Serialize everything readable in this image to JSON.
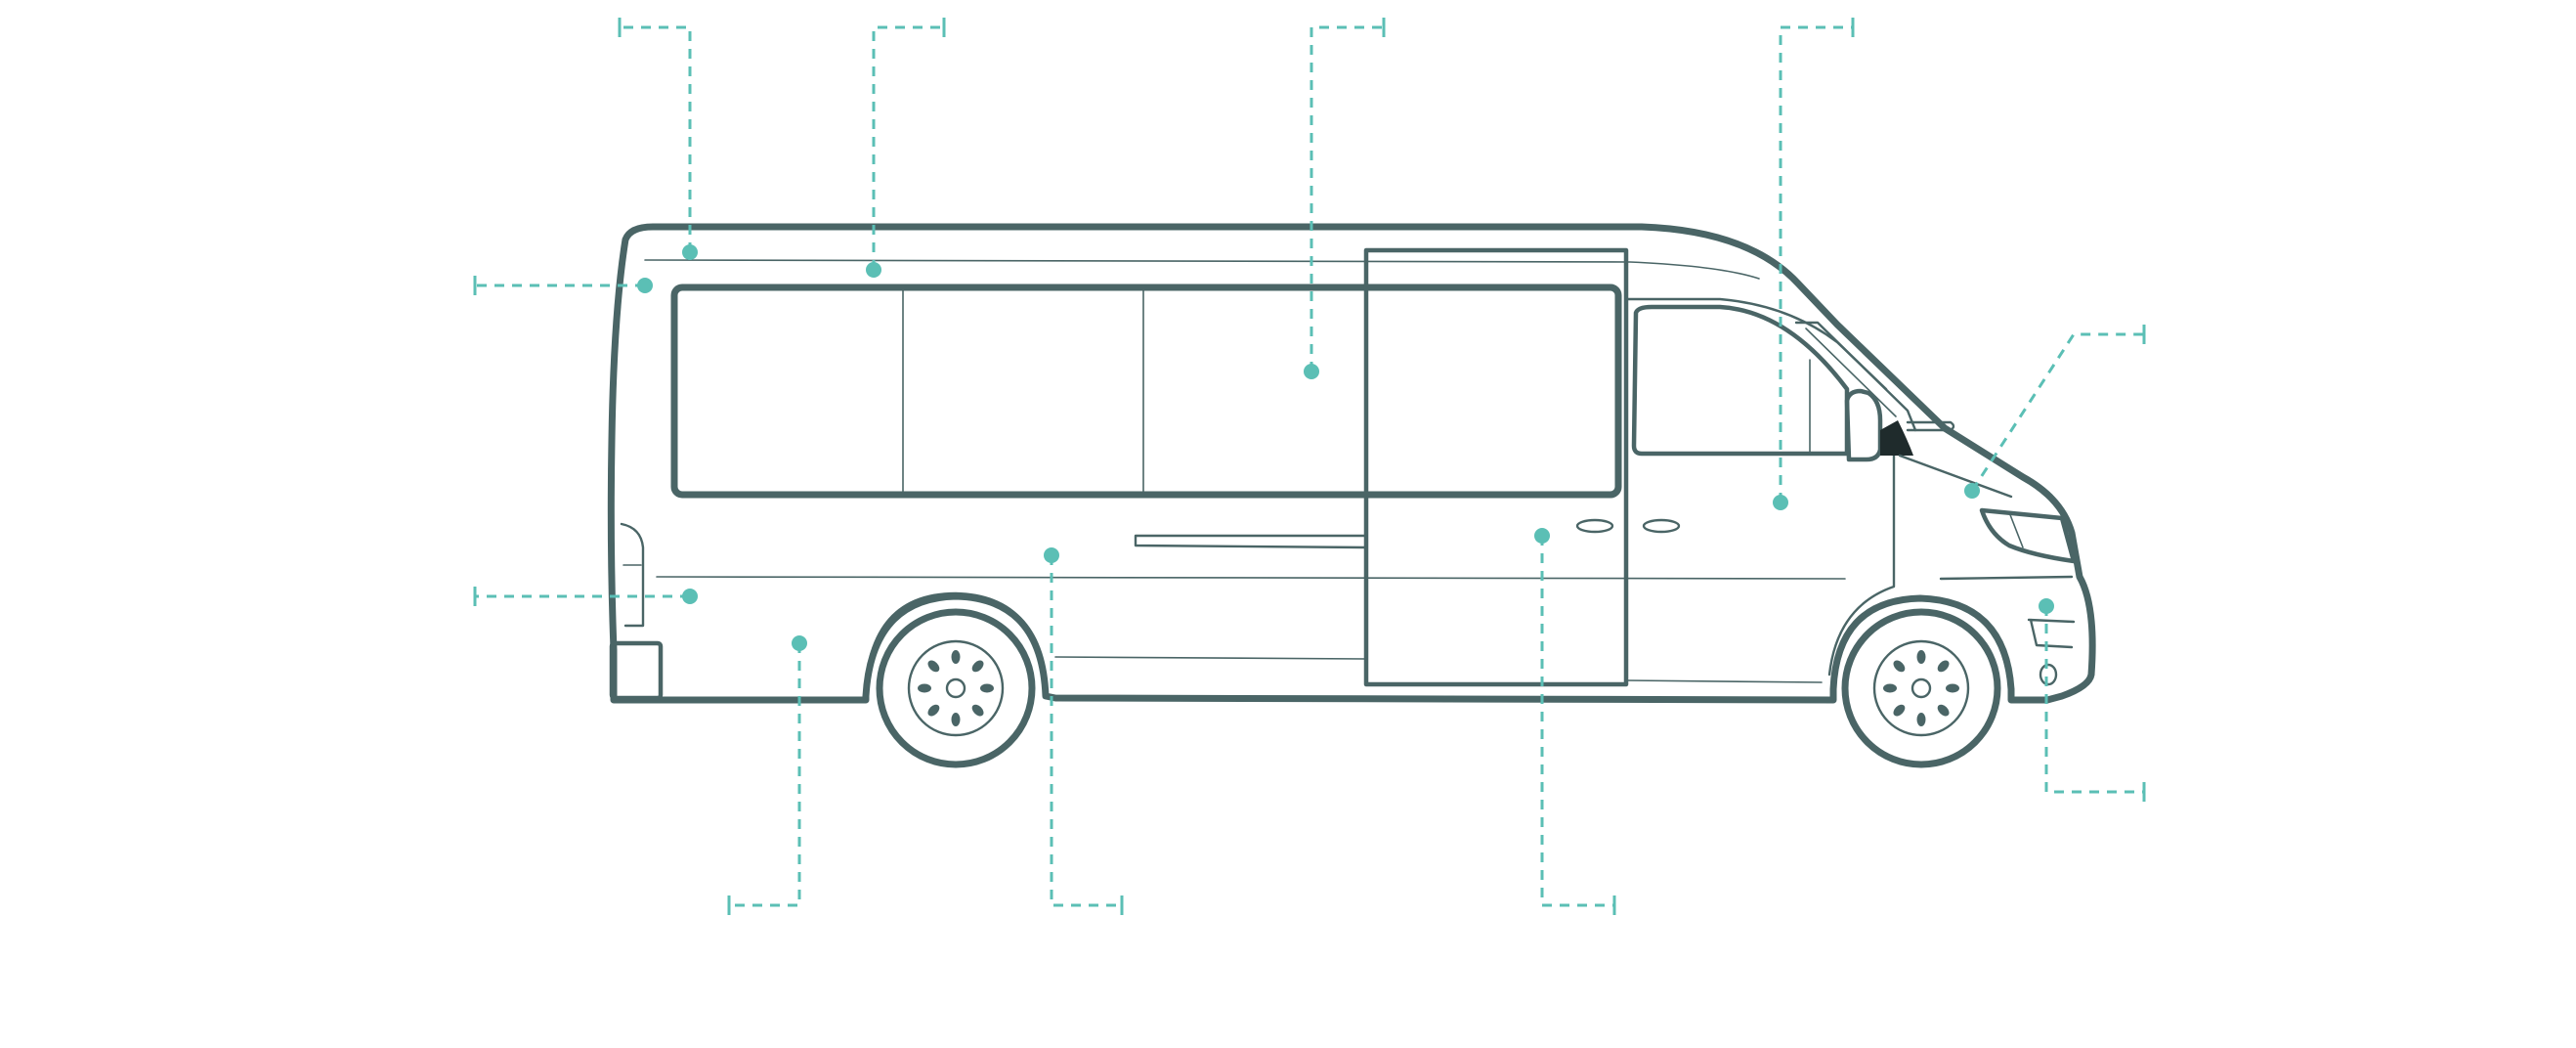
{
  "colors": {
    "van_outline": "#4a6566",
    "callout_accent": "#5bbfb5",
    "background": "#ffffff",
    "mirror_dark": "#1f2b2c"
  },
  "diagram": {
    "subject": "passenger-van-side-view",
    "callouts": [
      {
        "name": "roof-rear-callout"
      },
      {
        "name": "roof-window-callout"
      },
      {
        "name": "side-window-callout"
      },
      {
        "name": "front-door-callout"
      },
      {
        "name": "headlight-callout"
      },
      {
        "name": "rear-top-callout"
      },
      {
        "name": "tail-light-callout"
      },
      {
        "name": "rear-panel-callout"
      },
      {
        "name": "side-panel-callout"
      },
      {
        "name": "sliding-door-callout"
      },
      {
        "name": "front-bumper-callout"
      }
    ]
  }
}
